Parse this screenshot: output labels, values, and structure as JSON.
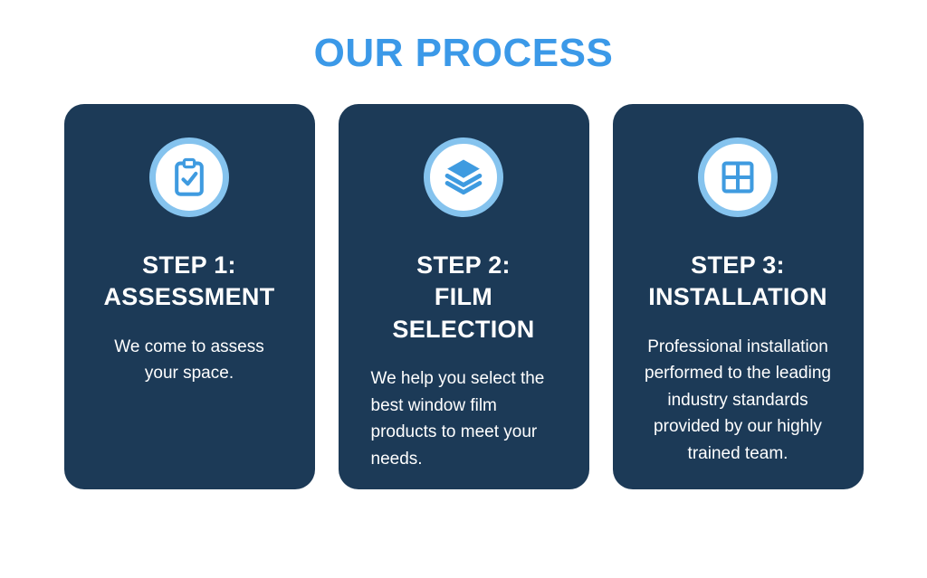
{
  "page_title": "OUR PROCESS",
  "colors": {
    "title_blue": "#3B99E8",
    "card_navy": "#1C3A57",
    "icon_ring_blue": "#85C3EE",
    "icon_blue": "#3F9BE0",
    "card_text": "#FFFFFF"
  },
  "steps": [
    {
      "icon": "clipboard-check-icon",
      "step_label": "STEP 1:",
      "step_name": "ASSESSMENT",
      "description": "We come to assess your space."
    },
    {
      "icon": "layers-icon",
      "step_label": "STEP 2:",
      "step_name": "FILM SELECTION",
      "description": "We help you select the best window film products to meet your needs."
    },
    {
      "icon": "window-panes-icon",
      "step_label": "STEP 3:",
      "step_name": "INSTALLATION",
      "description": "Professional installation performed to the leading industry standards provided by our highly trained team."
    }
  ]
}
